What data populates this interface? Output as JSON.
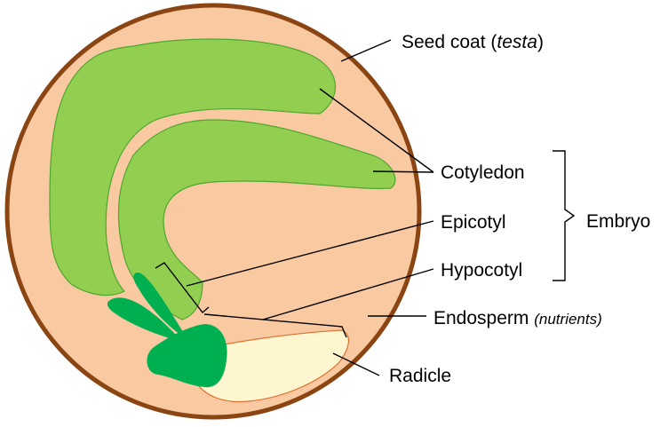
{
  "colors": {
    "seed_coat": "#8b4513",
    "endosperm": "#f9c9a2",
    "cotyledon": "#92cf50",
    "cotyledon_outline": "#4ea72e",
    "radicle_tip": "#00b050",
    "radicle_body": "#fdf6cf",
    "radicle_outline": "#e07030"
  },
  "labels": {
    "seed_coat": {
      "text": "Seed coat (",
      "italic": "testa",
      "end": ")"
    },
    "cotyledon": "Cotyledon",
    "epicotyl": "Epicotyl",
    "hypocotyl": "Hypocotyl",
    "embryo": "Embryo",
    "endosperm": {
      "text": "Endosperm ",
      "note": "(nutrients)"
    },
    "radicle": "Radicle"
  }
}
